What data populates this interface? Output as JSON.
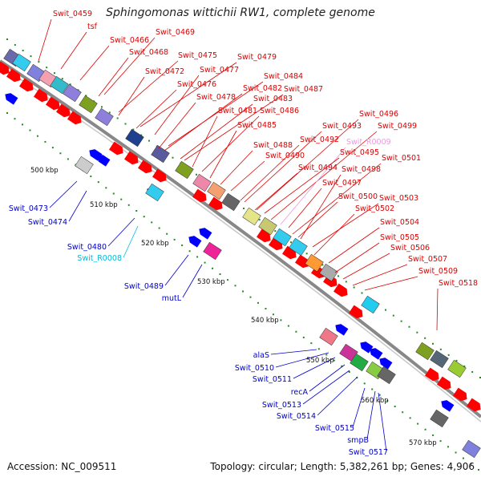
{
  "title": "Sphingomonas wittichii RW1, complete genome",
  "footer": {
    "accession": "Accession: NC_009511",
    "topology": "Topology: circular; Length: 5,382,261 bp; Genes: 4,906"
  },
  "colors": {
    "forward_label": "#dd0000",
    "reverse_label": "#0000cc",
    "forward_rna_label": "#ee99dd",
    "reverse_rna_label": "#00bbdd",
    "forward_arrow": "#ff0000",
    "reverse_arrow": "#0000ff",
    "tick": "#228b22"
  },
  "ticks": [
    "500 kbp",
    "510 kbp",
    "520 kbp",
    "530 kbp",
    "540 kbp",
    "550 kbp",
    "560 kbp",
    "570 kbp"
  ],
  "forward_labels": [
    "Swit_0459",
    "tsf",
    "Swit_0466",
    "Swit_0469",
    "Swit_0468",
    "Swit_0475",
    "Swit_0479",
    "Swit_0472",
    "Swit_0477",
    "Swit_0476",
    "Swit_0484",
    "Swit_0482",
    "Swit_0487",
    "Swit_0478",
    "Swit_0483",
    "Swit_0481",
    "Swit_0486",
    "Swit_0485",
    "Swit_0496",
    "Swit_0493",
    "Swit_0499",
    "Swit_0492",
    "Swit_0488",
    "Swit_R0009",
    "Swit_0495",
    "Swit_0490",
    "Swit_0501",
    "Swit_0494",
    "Swit_0498",
    "Swit_0497",
    "Swit_0500",
    "Swit_0503",
    "Swit_0502",
    "Swit_0504",
    "Swit_0505",
    "Swit_0506",
    "Swit_0507",
    "Swit_0509",
    "Swit_0518"
  ],
  "reverse_labels": [
    "Swit_0473",
    "Swit_0474",
    "Swit_0480",
    "Swit_R0008",
    "Swit_0489",
    "mutL",
    "alaS",
    "Swit_0510",
    "Swit_0511",
    "recA",
    "Swit_0513",
    "Swit_0514",
    "Swit_0515",
    "smpB",
    "Swit_0517"
  ]
}
